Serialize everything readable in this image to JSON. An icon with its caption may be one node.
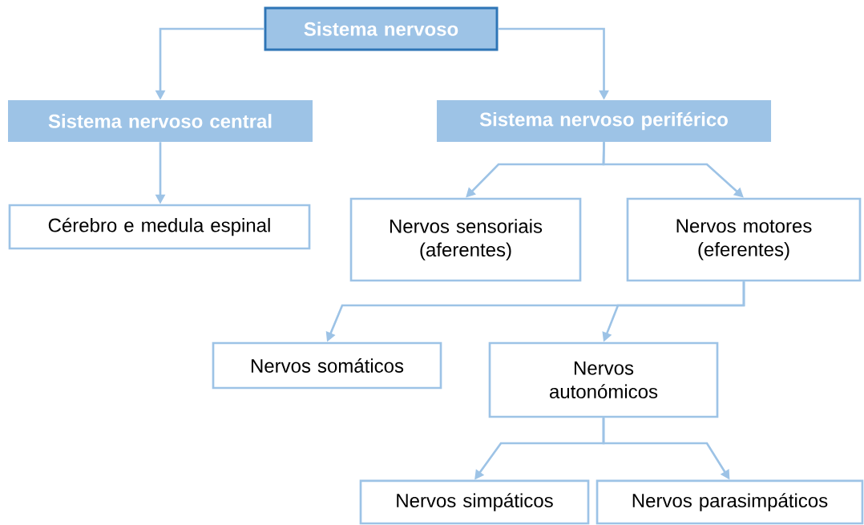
{
  "diagram": {
    "nodes": [
      {
        "text": [
          "Sistema nervoso"
        ]
      },
      {
        "text": [
          "Sistema nervoso central"
        ]
      },
      {
        "text": [
          "Sistema nervoso periférico"
        ]
      },
      {
        "text": [
          "Cérebro e medula espinal"
        ]
      },
      {
        "text": [
          "Nervos sensoriais (aferentes)"
        ]
      },
      {
        "text": [
          "Nervos motores (eferentes)"
        ]
      },
      {
        "text": [
          "Nervos somáticos"
        ]
      },
      {
        "text": [
          "Nervos autonómicos"
        ]
      },
      {
        "text": [
          "Nervos simpáticos"
        ]
      },
      {
        "text": [
          "Nervos parasimpáticos"
        ]
      }
    ],
    "edges": [
      {
        "from": 0,
        "to": 1,
        "arrow": "to"
      },
      {
        "from": 0,
        "to": 2,
        "arrow": "to"
      },
      {
        "from": 1,
        "to": 3,
        "arrow": "to"
      },
      {
        "from": 2,
        "to": 4,
        "arrow": "to"
      },
      {
        "from": 2,
        "to": 5,
        "arrow": "to"
      },
      {
        "from": 5,
        "to": 6,
        "arrow": "to"
      },
      {
        "from": 5,
        "to": 7,
        "arrow": "to"
      },
      {
        "from": 7,
        "to": 8,
        "arrow": "to"
      },
      {
        "from": 7,
        "to": 9,
        "arrow": "to"
      }
    ]
  }
}
